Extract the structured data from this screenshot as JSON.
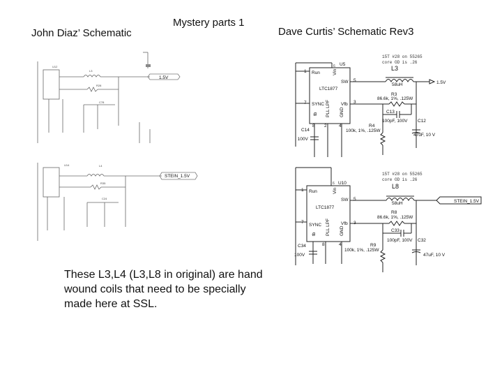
{
  "slide": {
    "title": "Mystery parts 1",
    "left_heading": "John Diaz’ Schematic",
    "right_heading": "Dave Curtis’ Schematic  Rev3",
    "note": "These L3,L4 (L3,L8 in original) are hand wound coils that need to be specially made here at SSL."
  },
  "left_schematic": {
    "top": {
      "inductor": "L3",
      "output_tag": "1.5V",
      "resistor": "R28",
      "cap": "C78",
      "ic": "U12"
    },
    "bottom": {
      "inductor": "L4",
      "output_tag": "STEIN_1.5V",
      "resistor": "R35",
      "cap": "C24",
      "ic": "U14"
    }
  },
  "right_schematic": {
    "top": {
      "winding_note_1": "15T #28 on 55265",
      "winding_note_2": "core OD is .26",
      "inductor": "L3",
      "inductor_value": "58uH",
      "ic_ref": "U5",
      "ic_part": "LTC1877",
      "pins": {
        "run": "Run",
        "vin": "Vin",
        "sw": "SW",
        "sync": "SYNC",
        "pll": "PLL LPF",
        "vfb": "Vfb",
        "gnd": "GND",
        "tb": "tb"
      },
      "pin_numbers": {
        "p1": "1",
        "p2": "2",
        "p3": "3",
        "p4": "4",
        "p5": "5",
        "p6": "6",
        "p7": "7",
        "p8": "8"
      },
      "r_fb": "R3",
      "r_fb_value": "86.6k, 1%, .125W",
      "c_ff": "C13",
      "c_ff_value": "100pF, 100V",
      "r_bot": "R4",
      "r_bot_value": "100k, 1%, .125W",
      "c_in": "C14",
      "c_in_value": ", 100V",
      "c_out": "C12",
      "c_out_value": "47uF, 10 V",
      "output": "1.5V"
    },
    "bottom": {
      "winding_note_1": "15T #28 on 55265",
      "winding_note_2": "core OD is .26",
      "inductor": "L8",
      "inductor_value": "58uH",
      "ic_ref": "U10",
      "ic_part": "LTC1877",
      "pins": {
        "run": "Run",
        "vin": "Vin",
        "sw": "SW",
        "sync": "SYNC",
        "pll": "PLL LPF",
        "vfb": "Vfb",
        "gnd": "GND",
        "tb": "tb"
      },
      "pin_numbers": {
        "p1": "1",
        "p3": "3",
        "p4": "4",
        "p5": "5",
        "p6": "6",
        "p7": "7",
        "p8": "8"
      },
      "r_fb": "R8",
      "r_fb_value": "86.6k, 1%, .125W",
      "c_ff": "C33",
      "c_ff_value": "100pF, 100V",
      "r_bot": "R9",
      "r_bot_value": "100k, 1%, .125W",
      "c_in": "C34",
      "c_in_value": "100V",
      "c_out": "C32",
      "c_out_value": "47uF, 10 V",
      "output": "STEIN_1.5V"
    }
  }
}
